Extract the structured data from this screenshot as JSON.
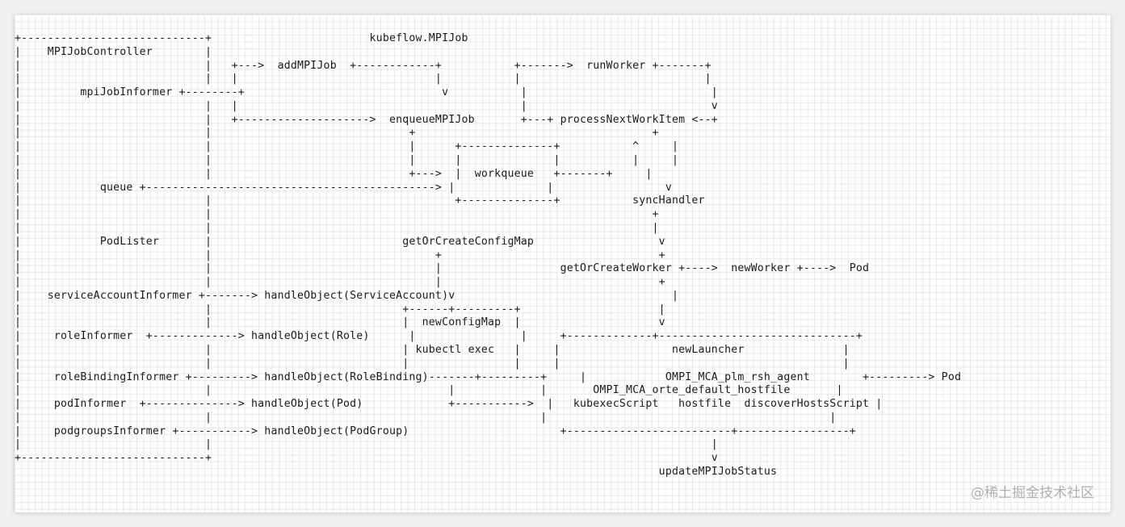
{
  "diagram": {
    "lines": [
      "+----------------------------+                        kubeflow.MPIJob",
      "|    MPIJobController        |",
      "|                            |   +--->  addMPIJob  +------------+           +------->  runWorker +-------+",
      "|                            |   |                              |           |                            |",
      "|         mpiJobInformer +--------+                              v           |                            |",
      "|                            |   |                                           |                            v",
      "|                            |   +-------------------->  enqueueMPIJob       +---+ processNextWorkItem <--+",
      "|                            |                              +                                    +",
      "|                            |                              |      +--------------+           ^     |",
      "|                            |                              |      |              |           |     |",
      "|                            |                              +--->  |  workqueue   +-------+     |",
      "|            queue +--------------------------------------------> |              |                 v",
      "|                            |                                     +--------------+           syncHandler",
      "|                            |                                                                   +",
      "|                            |                                                                   |",
      "|            PodLister       |                             getOrCreateConfigMap                   v",
      "|                            |                                  +                                 +",
      "|                            |                                  |                  getOrCreateWorker +---->  newWorker +---->  Pod",
      "|                            |                                  |                                 +",
      "|    serviceAccountInformer +-------> handleObject(ServiceAccount)v                                 |",
      "|                            |                             +------+---------+                     |",
      "|                            |                             |  newConfigMap  |                     v",
      "|     roleInformer  +-------------> handleObject(Role)      |                |     +-------------+------------------------------+",
      "|                            |                             | kubectl exec   |     |                 newLauncher               |",
      "|                            |                             |                |     |                                           |",
      "|     roleBindingInformer +---------> handleObject(RoleBinding)-------+---------+     |            OMPI_MCA_plm_rsh_agent        +---------> Pod",
      "|                            |                                    |             |       OMPI_MCA_orte_default_hostfile       |",
      "|     podInformer  +--------------> handleObject(Pod)             +----------->  |   kubexecScript   hostfile  discoverHostsScript |",
      "|                            |                                                  |                                           |",
      "|     podgroupsInformer +-----------> handleObject(PodGroup)                       +-------------------------+-----------------+",
      "|                            |                                                                            |",
      "+----------------------------+                                                                            v",
      "                                                                                                  updateMPIJobStatus"
    ]
  },
  "watermark": "@稀土掘金技术社区"
}
